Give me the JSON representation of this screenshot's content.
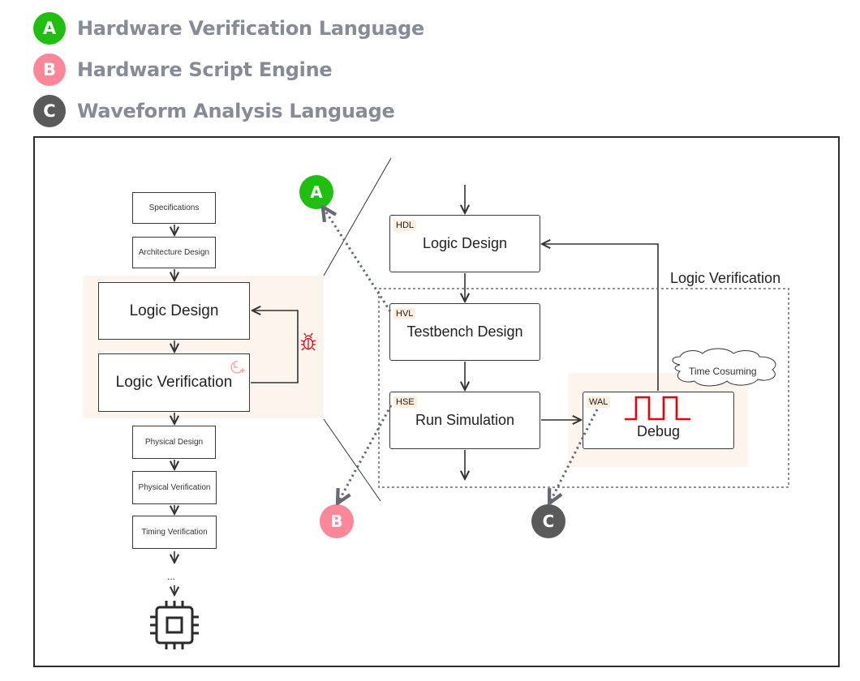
{
  "legend": [
    {
      "badge": "A",
      "label": "Hardware Verification Language",
      "color": "#1fbe10"
    },
    {
      "badge": "B",
      "label": "Hardware Script Engine",
      "color": "#fb8799"
    },
    {
      "badge": "C",
      "label": "Waveform Analysis Language",
      "color": "#5a5a5a"
    }
  ],
  "left_flow": {
    "steps": [
      "Specifications",
      "Architecture Design",
      "Logic Design",
      "Logic Verification",
      "Physical Design",
      "Physical Verification",
      "Timing Verification"
    ],
    "ellipsis": "...",
    "end_icon": "chip-icon",
    "loop_icon": "bug-icon",
    "timer_icon": "clock-plus-icon"
  },
  "right_flow": {
    "boxes": [
      {
        "tag": "HDL",
        "label": "Logic Design"
      },
      {
        "tag": "HVL",
        "label": "Testbench Design"
      },
      {
        "tag": "HSE",
        "label": "Run Simulation"
      },
      {
        "tag": "WAL",
        "label": "Debug"
      }
    ],
    "group_label": "Logic Verification",
    "cloud_label": "Time Cosuming",
    "waveform_icon": "square-wave-icon"
  },
  "callouts": {
    "a": "A",
    "b": "B",
    "c": "C"
  },
  "colors": {
    "green": "#1fbe10",
    "pink": "#fb8799",
    "dark": "#5a5a5a",
    "highlight": "#fdf4ee",
    "red": "#e8000b"
  }
}
